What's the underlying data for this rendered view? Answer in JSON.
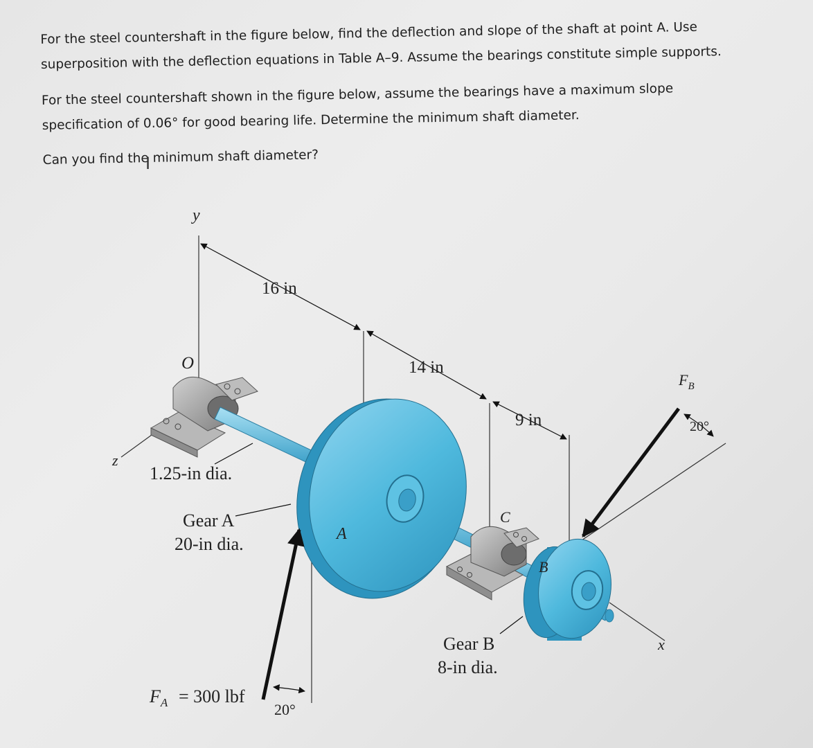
{
  "problem": {
    "paragraph1": "For the steel countershaft in the figure below, find the deflection and slope of the shaft at point A. Use superposition with the deflection equations in Table A–9. Assume the bearings constitute simple supports.",
    "paragraph2": "For the steel countershaft shown in the figure below, assume the bearings have a maximum slope specification of 0.06° for good bearing life. Determine the minimum shaft diameter.",
    "question": "Can you find the minimum shaft diameter?"
  },
  "figure": {
    "axis_y": "y",
    "axis_z": "z",
    "axis_x": "x",
    "origin": "O",
    "dim_16": "16 in",
    "dim_14": "14 in",
    "dim_9": "9 in",
    "shaft_dia": "1.25-in dia.",
    "gear_a_name": "Gear A",
    "gear_a_dia": "20-in dia.",
    "point_a": "A",
    "point_c": "C",
    "point_b": "B",
    "gear_b_name": "Gear B",
    "gear_b_dia": "8-in dia.",
    "force_a_sym": "F",
    "force_a_sub": "A",
    "force_a_val": "= 300 lbf",
    "force_b_sym": "F",
    "force_b_sub": "B",
    "angle_a": "20°",
    "angle_b": "20°",
    "colors": {
      "part_blue": "#4fb9dd",
      "bearing_gray": "#9a9a9a",
      "text": "#222222"
    }
  }
}
